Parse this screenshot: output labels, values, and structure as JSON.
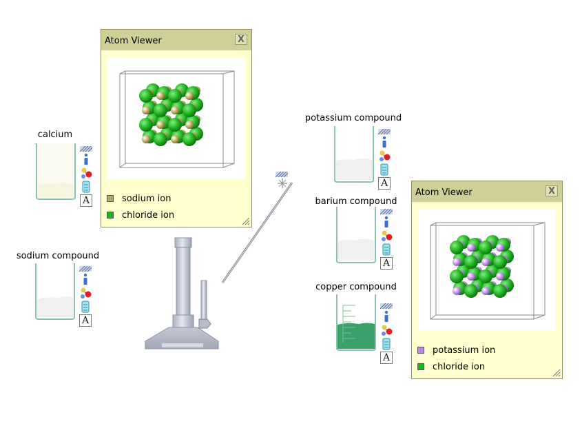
{
  "beakers": {
    "calcium": {
      "label": "calcium"
    },
    "sodium": {
      "label": "sodium compound"
    },
    "potassium": {
      "label": "potassium compound"
    },
    "barium": {
      "label": "barium compound"
    },
    "copper": {
      "label": "copper compound"
    }
  },
  "tool_labels": {
    "text_tool": "A"
  },
  "viewer_sodium": {
    "title": "Atom Viewer",
    "close": "X",
    "legend": [
      {
        "label": "sodium ion",
        "color": "#b5a55e"
      },
      {
        "label": "chloride ion",
        "color": "#1fb51f"
      }
    ]
  },
  "viewer_potassium": {
    "title": "Atom Viewer",
    "close": "X",
    "legend": [
      {
        "label": "potassium ion",
        "color": "#b98be6"
      },
      {
        "label": "chloride ion",
        "color": "#1fb51f"
      }
    ]
  },
  "colors": {
    "viewer_bg": "#ffffd0",
    "viewer_titlebar": "#cfcf98",
    "beaker_glass": "#8cc0b0",
    "copper_solution": "#3aa06a",
    "chloride": "#22b022",
    "sodium": "#b5a55e",
    "potassium": "#b98be6"
  }
}
